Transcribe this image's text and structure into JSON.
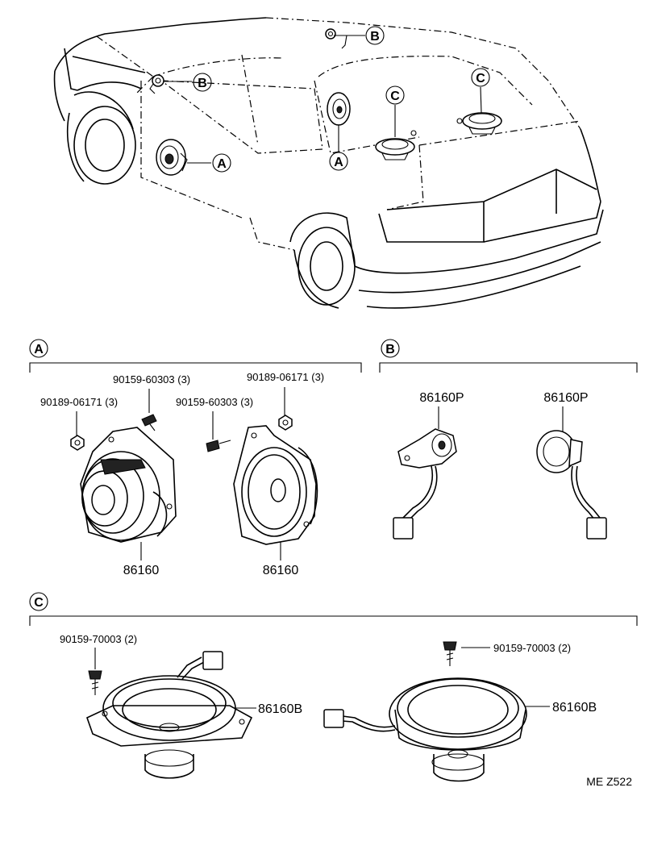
{
  "callouts": {
    "car_b1": "B",
    "car_b2": "B",
    "car_a1": "A",
    "car_a2": "A",
    "car_c1": "C",
    "car_c2": "C",
    "section_a": "A",
    "section_b": "B",
    "section_c": "C"
  },
  "section_a": {
    "nut_left_label": "90189-06171 (3)",
    "screw_left_label": "90159-60303 (3)",
    "screw_right_label": "90159-60303 (3)",
    "nut_right_label": "90189-06171 (3)",
    "speaker_left_label": "86160",
    "speaker_right_label": "86160"
  },
  "section_b": {
    "tweeter_left_label": "86160P",
    "tweeter_right_label": "86160P"
  },
  "section_c": {
    "screw_left_label": "90159-70003 (2)",
    "screw_right_label": "90159-70003 (2)",
    "speaker_left_label": "86160B",
    "speaker_right_label": "86160B"
  },
  "drawing_code": "ME Z522"
}
